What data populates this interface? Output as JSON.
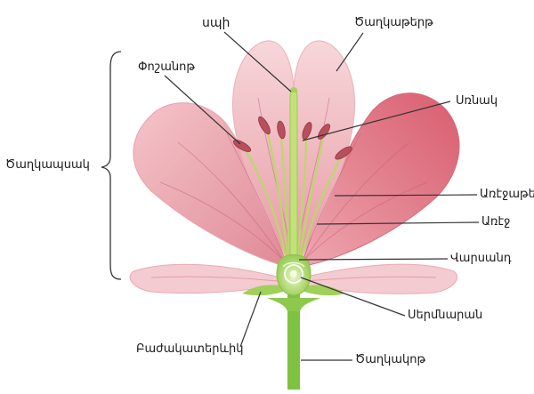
{
  "labels": {
    "stigma": "սպի",
    "petals": "Ծաղկաթերթ",
    "pollen": "Փոշանոթ",
    "stamen": "Սռնակ",
    "perianth": "Ծաղկապսակ",
    "filament": "Առէջաթել",
    "pistil": "Առէջ",
    "style": "Վարսանդ",
    "ovary": "Սերմնարան",
    "sepal": "Բաժակատերևիկ",
    "stem": "Ծաղկակոթ"
  },
  "colors": {
    "petal_light": "#f2c7cc",
    "petal_mid": "#e9a3ab",
    "petal_dark": "#d9707d",
    "vein": "#c85a74",
    "green": "#7fc241",
    "green_light": "#c7e39a",
    "anther": "#b8505c",
    "line": "#333333"
  }
}
